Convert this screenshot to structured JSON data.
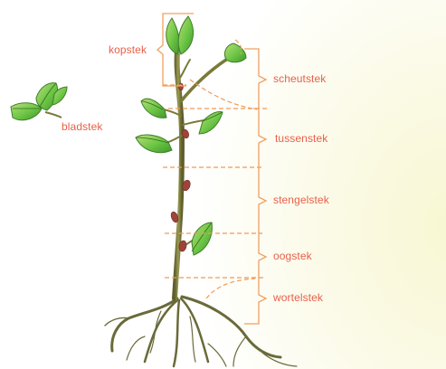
{
  "diagram": {
    "labels": {
      "kopstek": "kopstek",
      "bladstek": "bladstek",
      "scheutstek": "scheutstek",
      "tussenstek": "tussenstek",
      "stengelstek": "stengelstek",
      "oogstek": "oogstek",
      "wortelstek": "wortelstek"
    },
    "colors": {
      "label": "#e8604a",
      "bracket": "#f0a060",
      "cutline": "#f09a56",
      "stem": "#7a7a3a",
      "leaf": "#5cba3c",
      "leaf_light": "#9fd46a",
      "bud": "#a0443a",
      "root": "#6a6a3a"
    }
  }
}
